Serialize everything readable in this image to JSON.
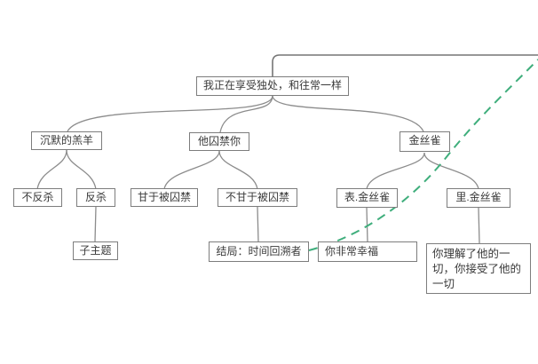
{
  "diagram": {
    "kind": "mind-map-tree",
    "nodes": {
      "root": {
        "label": "我正在享受独处，和往常一样"
      },
      "silent_lamb": {
        "label": "沉默的羔羊"
      },
      "no_counter_kill": {
        "label": "不反杀"
      },
      "counter_kill": {
        "label": "反杀"
      },
      "sub_topic": {
        "label": "子主题"
      },
      "he_imprisons_you": {
        "label": "他囚禁你"
      },
      "willing_imprisoned": {
        "label": "甘于被囚禁"
      },
      "unwilling_imprisoned": {
        "label": "不甘于被囚禁"
      },
      "ending_time_rewinder": {
        "label": "结局：时间回溯者"
      },
      "canary": {
        "label": "金丝雀"
      },
      "surface_canary": {
        "label": "表.金丝雀"
      },
      "inner_canary": {
        "label": "里.金丝雀"
      },
      "very_happy": {
        "label": "你非常幸福"
      },
      "understand_accept": {
        "label": "你理解了他的一切，你接受了他的一切"
      }
    },
    "edges": [
      [
        "root",
        "silent_lamb"
      ],
      [
        "root",
        "he_imprisons_you"
      ],
      [
        "root",
        "canary"
      ],
      [
        "silent_lamb",
        "no_counter_kill"
      ],
      [
        "silent_lamb",
        "counter_kill"
      ],
      [
        "counter_kill",
        "sub_topic"
      ],
      [
        "he_imprisons_you",
        "willing_imprisoned"
      ],
      [
        "he_imprisons_you",
        "unwilling_imprisoned"
      ],
      [
        "unwilling_imprisoned",
        "ending_time_rewinder"
      ],
      [
        "canary",
        "surface_canary"
      ],
      [
        "canary",
        "inner_canary"
      ],
      [
        "surface_canary",
        "very_happy"
      ],
      [
        "inner_canary",
        "understand_accept"
      ]
    ],
    "annotation": {
      "green_dashed_curve": "from top-right corner of ending node sweeping up to top-right edge"
    },
    "colors": {
      "background": "#ffffff",
      "box_border": "#7d7d7d",
      "connector_line": "#8c8c8c",
      "root_stem_line": "#757575",
      "text": "#3a3a3a",
      "dashed_curve": "#3fae7c"
    }
  }
}
